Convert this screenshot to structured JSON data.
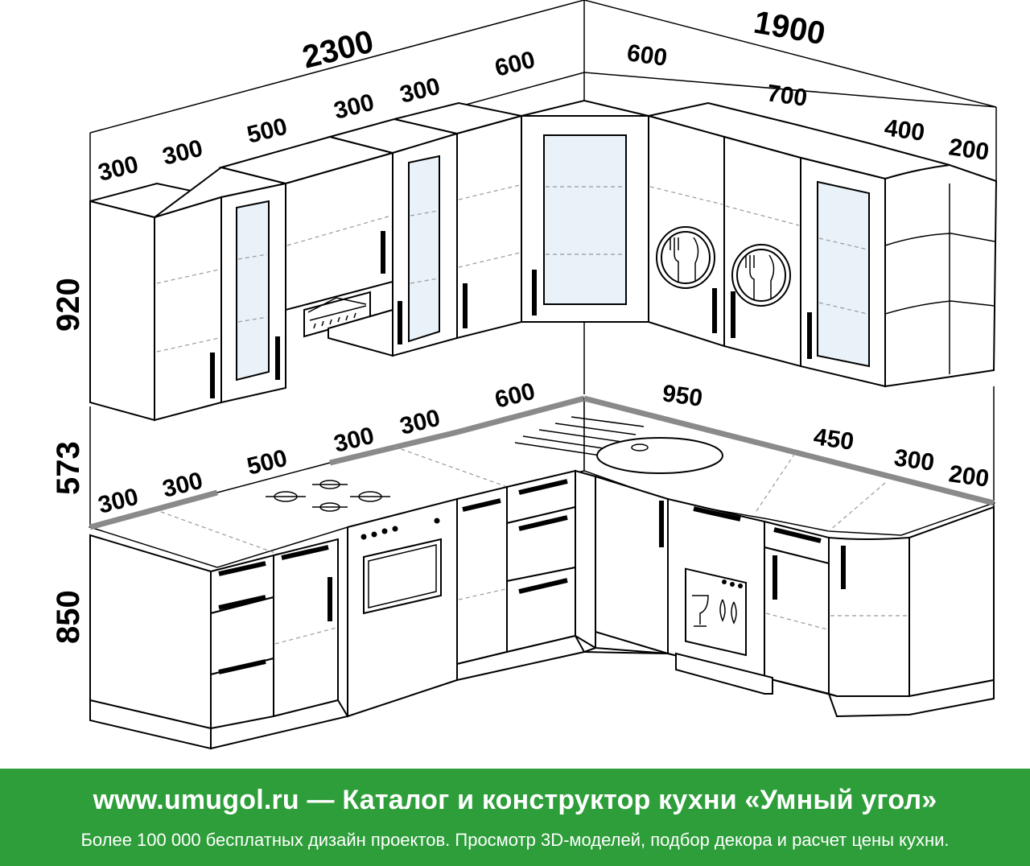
{
  "dimensions": {
    "wall_left_total": "2300",
    "wall_right_total": "1900",
    "upper_left": [
      "300",
      "300",
      "500",
      "300",
      "300",
      "600"
    ],
    "upper_right": [
      "600",
      "700",
      "400",
      "200"
    ],
    "lower_left": [
      "300",
      "300",
      "500",
      "300",
      "300",
      "600"
    ],
    "lower_right": [
      "950",
      "450",
      "300",
      "200"
    ],
    "height_upper": "920",
    "height_gap": "573",
    "height_lower": "850"
  },
  "colors": {
    "banner_bg": "#2e9e3a",
    "glass": "#e9f2f8",
    "countertop_edge": "#8a8a8a"
  },
  "icons": [
    "cutlery-plate-icon",
    "dishwasher-icon",
    "cooktop-burner-icon",
    "oven-icon",
    "sink-icon",
    "range-hood-icon"
  ],
  "banner": {
    "headline": "www.umugol.ru — Каталог и конструктор кухни «Умный угол»",
    "subline": "Более 100 000 бесплатных дизайн проектов. Просмотр 3D-моделей, подбор декора и расчет цены кухни."
  }
}
